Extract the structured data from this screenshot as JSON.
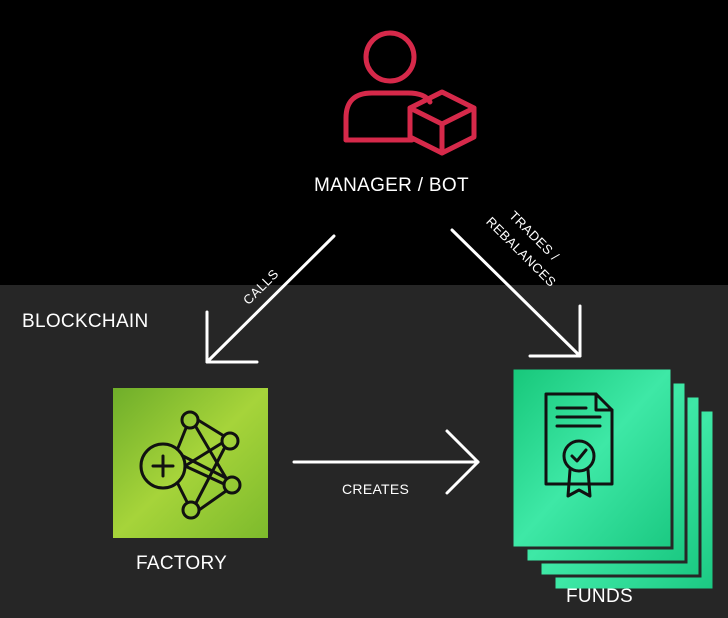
{
  "nodes": {
    "manager": {
      "label": "MANAGER / BOT",
      "icon": "user-with-cube-icon",
      "color": "#d6294a"
    },
    "factory": {
      "label": "FACTORY",
      "icon": "network-plus-icon",
      "color": "#8fc52c"
    },
    "funds": {
      "label": "FUNDS",
      "icon": "certificate-document-icon",
      "color": "#2dd98f"
    }
  },
  "zones": {
    "blockchain": {
      "label": "BLOCKCHAIN"
    }
  },
  "edges": {
    "calls": {
      "label": "CALLS"
    },
    "trades": {
      "label_line1": "TRADES /",
      "label_line2": "REBALANCES"
    },
    "creates": {
      "label": "CREATES"
    }
  }
}
